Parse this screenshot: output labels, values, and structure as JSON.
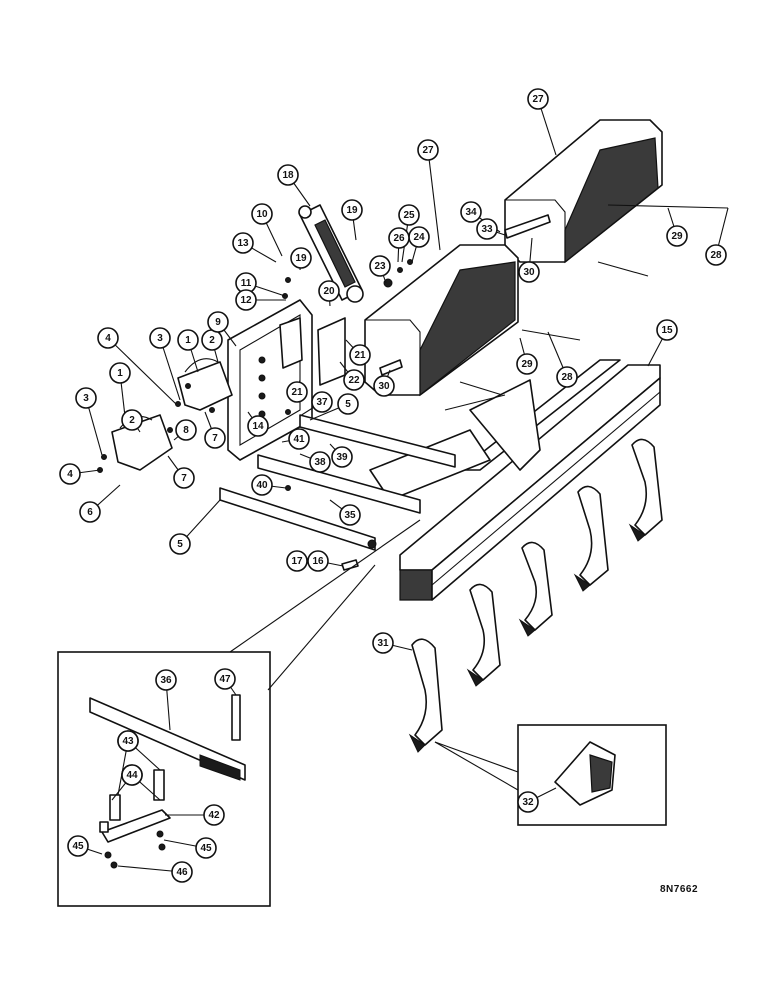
{
  "diagram": {
    "drawing_code": "8N7662",
    "callouts": [
      "1",
      "2",
      "3",
      "4",
      "5",
      "6",
      "7",
      "8",
      "9",
      "10",
      "11",
      "12",
      "13",
      "14",
      "15",
      "16",
      "17",
      "18",
      "19",
      "20",
      "21",
      "22",
      "23",
      "24",
      "25",
      "26",
      "27",
      "28",
      "29",
      "30",
      "31",
      "32",
      "33",
      "34",
      "35",
      "36",
      "37",
      "38",
      "39",
      "40",
      "41",
      "42",
      "43",
      "44",
      "45",
      "46",
      "47"
    ]
  }
}
